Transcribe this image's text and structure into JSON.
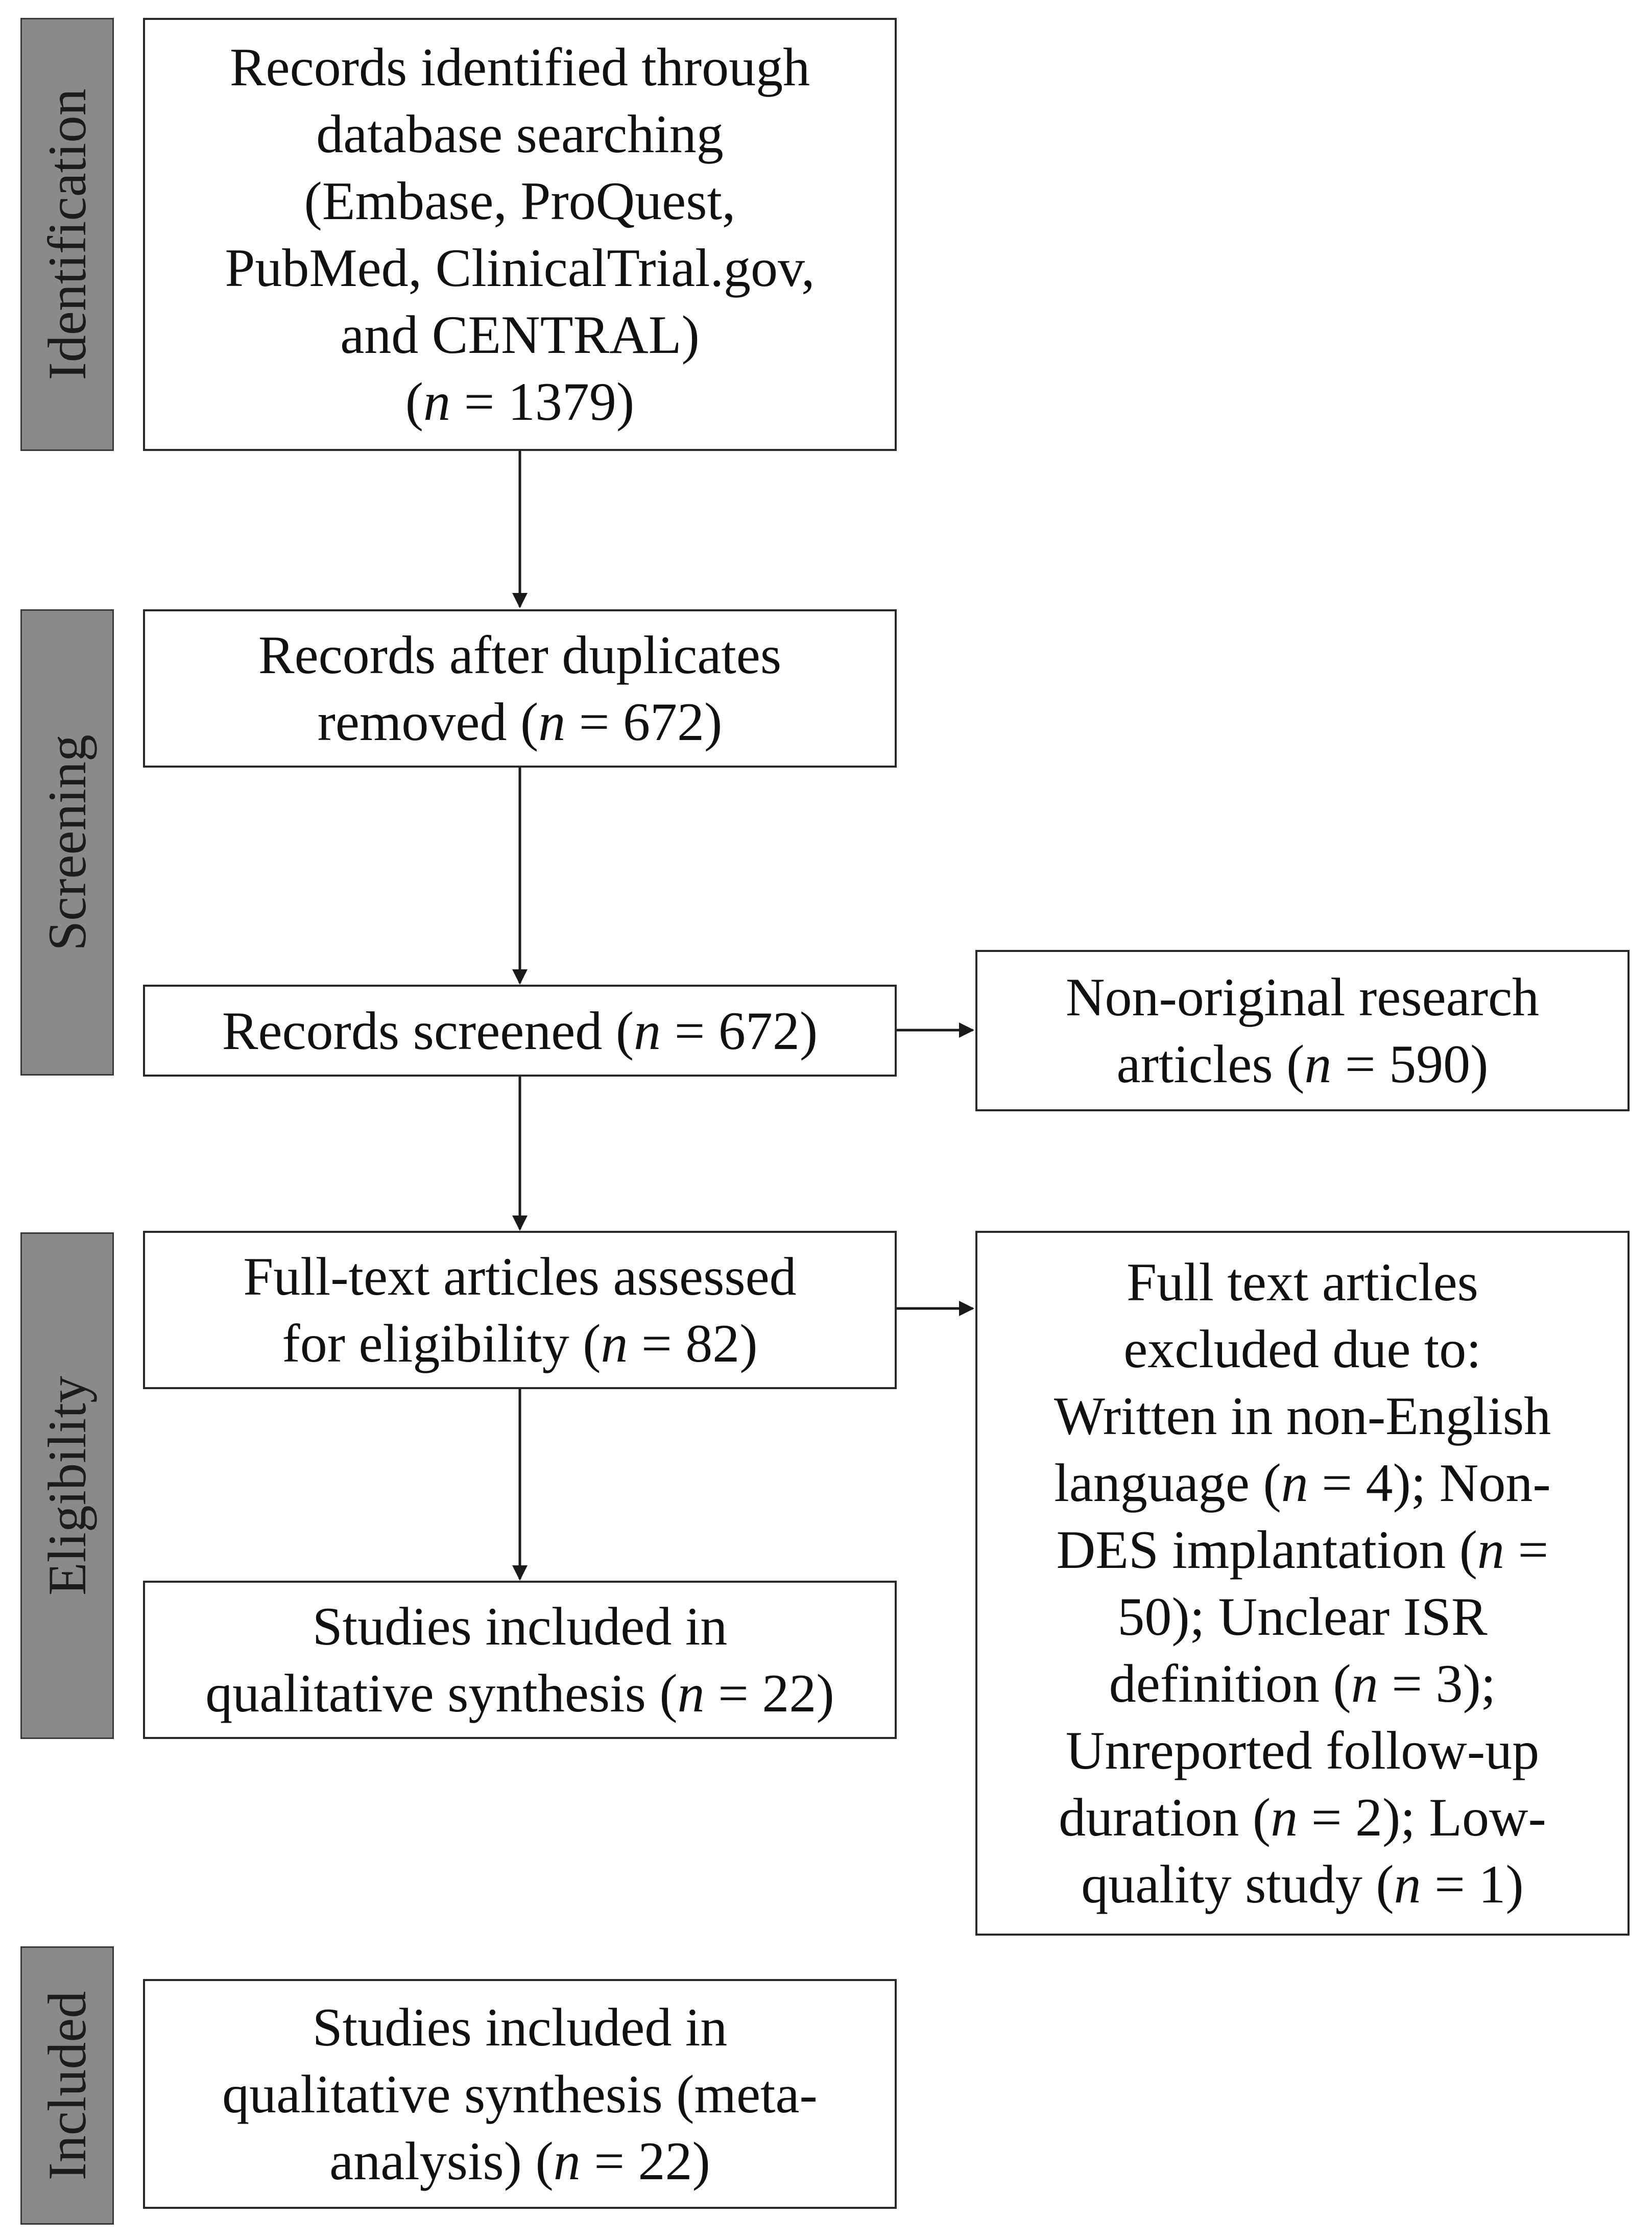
{
  "stages": {
    "identification": "Identification",
    "screening": "Screening",
    "eligibility": "Eligibility",
    "included": "Included"
  },
  "boxes": {
    "identified": {
      "lines": [
        "Records identified through",
        "database searching",
        "(Embase, ProQuest,",
        "PubMed, ClinicalTrial.gov,",
        "and CENTRAL)"
      ],
      "count_prefix": "(",
      "n": "n",
      "count_suffix": " = 1379)"
    },
    "after_duplicates": {
      "line1": "Records after duplicates",
      "line2_prefix": "removed (",
      "n": "n",
      "line2_suffix": " = 672)"
    },
    "screened": {
      "prefix": "Records screened (",
      "n": "n",
      "suffix": " = 672)"
    },
    "non_original": {
      "line1": "Non-original research",
      "line2_prefix": "articles (",
      "n": "n",
      "line2_suffix": " = 590)"
    },
    "full_text": {
      "line1": "Full-text articles assessed",
      "line2_prefix": "for eligibility (",
      "n": "n",
      "line2_suffix": " = 82)"
    },
    "excluded": {
      "l1": "Full text articles",
      "l2": "excluded due to:",
      "l3": "Written in non-English",
      "l4_a": "language (",
      "l4_n": "n",
      "l4_b": " = 4); Non-",
      "l5_a": "DES implantation (",
      "l5_n": "n",
      "l5_b": " =",
      "l6": "50); Unclear ISR",
      "l7_a": "definition (",
      "l7_n": "n",
      "l7_b": " = 3);",
      "l8": "Unreported follow-up",
      "l9_a": "duration (",
      "l9_n": "n",
      "l9_b": " = 2); Low-",
      "l10_a": "quality study (",
      "l10_n": "n",
      "l10_b": " = 1)"
    },
    "qualitative": {
      "line1": "Studies included in",
      "line2_prefix": "qualitative synthesis (",
      "n": "n",
      "line2_suffix": " = 22)"
    },
    "meta": {
      "line1": "Studies included in",
      "line2": "qualitative synthesis (meta-",
      "line3_prefix": "analysis) (",
      "n": "n",
      "line3_suffix": " = 22)"
    }
  },
  "colors": {
    "stage_fill": "#8a8a8a",
    "border": "#2a2a2a",
    "text": "#111111",
    "arrow": "#1a1a1a"
  }
}
